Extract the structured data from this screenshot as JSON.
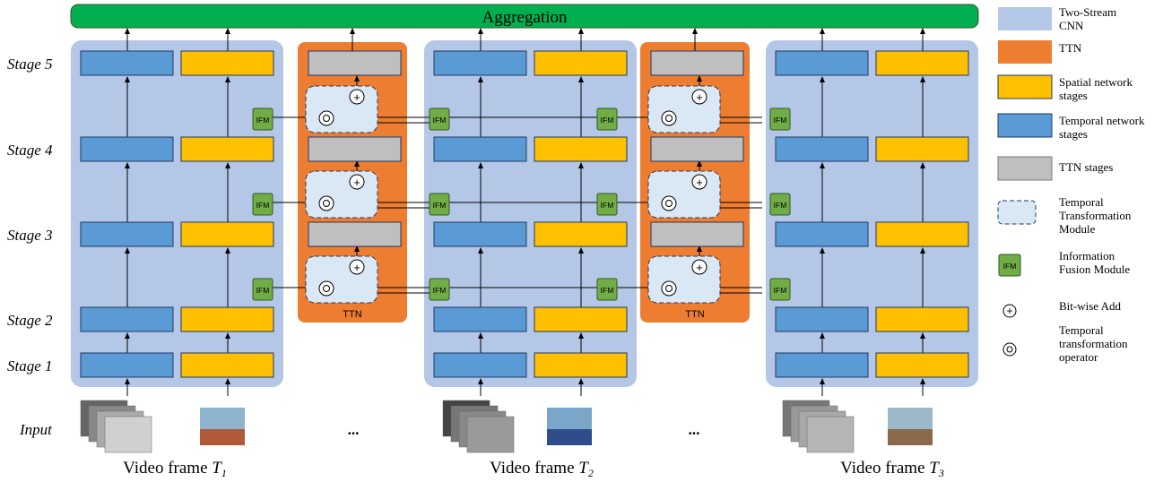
{
  "title": "Aggregation",
  "stage_labels": [
    "Stage 5",
    "Stage 4",
    "Stage 3",
    "Stage 2",
    "Stage 1"
  ],
  "input_label": "Input",
  "ifm_label": "IFM",
  "ttn_label": "TTN",
  "ellipsis": "...",
  "frames": [
    {
      "text": "Video frame ",
      "sym": "T",
      "sub": "1"
    },
    {
      "text": "Video frame ",
      "sym": "T",
      "sub": "2"
    },
    {
      "text": "Video frame ",
      "sym": "T",
      "sub": "3"
    }
  ],
  "legend": [
    {
      "key": "two-stream",
      "lines": [
        "Two-Stream",
        "CNN"
      ]
    },
    {
      "key": "ttn",
      "lines": [
        "TTN"
      ]
    },
    {
      "key": "spatial",
      "lines": [
        "Spatial network",
        "stages"
      ]
    },
    {
      "key": "temporal",
      "lines": [
        "Temporal network",
        "stages"
      ]
    },
    {
      "key": "ttn-stages",
      "lines": [
        "TTN stages"
      ]
    },
    {
      "key": "ttm",
      "lines": [
        "Temporal",
        "Transformation",
        "Module"
      ]
    },
    {
      "key": "ifm",
      "lines": [
        "Information",
        "Fusion Module"
      ]
    },
    {
      "key": "add",
      "lines": [
        "Bit-wise Add"
      ]
    },
    {
      "key": "op",
      "lines": [
        "Temporal",
        "transformation",
        "operator"
      ]
    }
  ],
  "colors": {
    "aggregation": "#00b050",
    "two_stream_bg": "#b4c7e7",
    "ttn_bg": "#ed7d31",
    "spatial": "#ffc000",
    "temporal": "#5b9bd5",
    "ttn_stage": "#bfbfbf",
    "ttm": "#dae7f4",
    "ifm": "#70ad47"
  }
}
